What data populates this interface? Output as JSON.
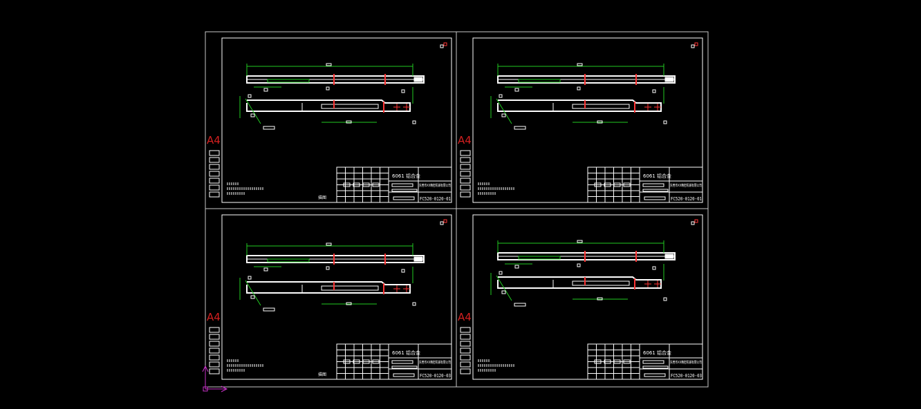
{
  "colors": {
    "background": "#000000",
    "line": "#ffffff",
    "frame": "#c8c8c8",
    "dimension": "#22cc22",
    "center_mark": "#ff3333",
    "size_label": "#d42020",
    "ucs_icon": "#cc33cc"
  },
  "sheets": [
    {
      "id": "sheet-top-left",
      "size_label": "A4",
      "material": "6061 铝合金",
      "company": "东莞市XX精密机械有限公司",
      "drawing_number": "FC520-0120-01",
      "stamp": "描图"
    },
    {
      "id": "sheet-top-right",
      "size_label": "A4",
      "material": "6061 铝合金",
      "company": "东莞市XX精密机械有限公司",
      "drawing_number": "FC520-0120-01"
    },
    {
      "id": "sheet-bottom-left",
      "size_label": "A4",
      "material": "6061 铝合金",
      "company": "东莞市XX精密机械有限公司",
      "drawing_number": "FC520-0120-03",
      "stamp": "描图"
    },
    {
      "id": "sheet-bottom-right",
      "size_label": "A4",
      "material": "6061 铝合金",
      "company": "东莞市XX精密机械有限公司",
      "drawing_number": "FC520-0120-03"
    }
  ],
  "ucs_icon": "ucs-axis-icon"
}
